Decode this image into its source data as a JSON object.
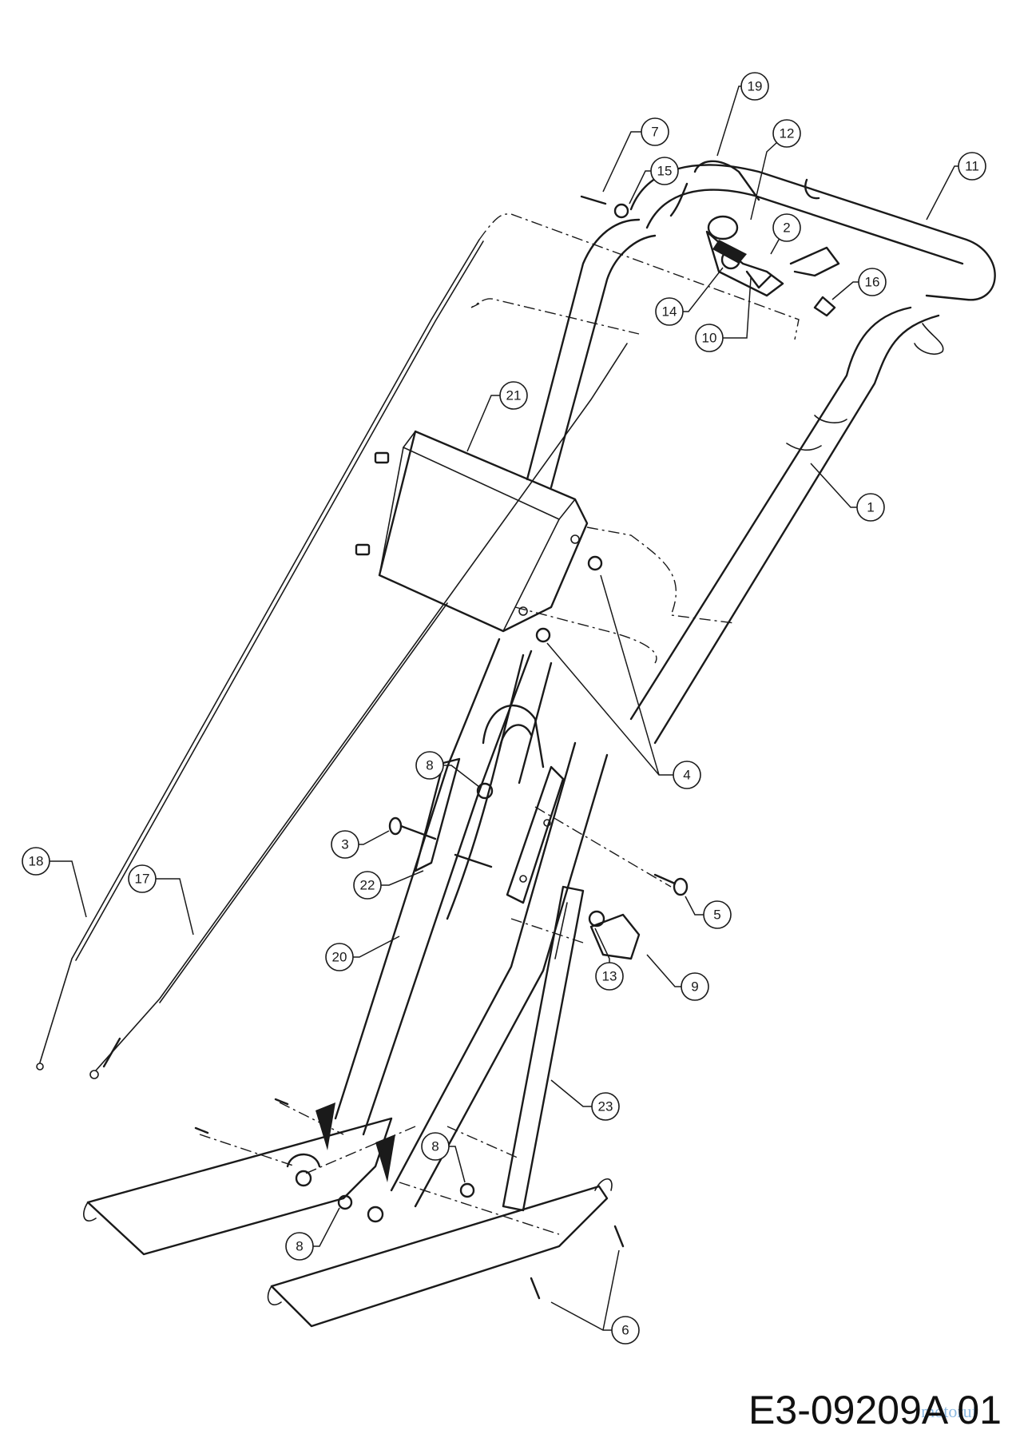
{
  "diagram_code": "E3-09209A 01",
  "watermark": "motoruf",
  "callouts": [
    {
      "label": "1"
    },
    {
      "label": "2"
    },
    {
      "label": "3"
    },
    {
      "label": "4"
    },
    {
      "label": "5"
    },
    {
      "label": "6"
    },
    {
      "label": "7"
    },
    {
      "label": "8"
    },
    {
      "label": "8"
    },
    {
      "label": "8"
    },
    {
      "label": "9"
    },
    {
      "label": "10"
    },
    {
      "label": "11"
    },
    {
      "label": "12"
    },
    {
      "label": "13"
    },
    {
      "label": "14"
    },
    {
      "label": "15"
    },
    {
      "label": "16"
    },
    {
      "label": "17"
    },
    {
      "label": "18"
    },
    {
      "label": "19"
    },
    {
      "label": "20"
    },
    {
      "label": "21"
    },
    {
      "label": "22"
    },
    {
      "label": "23"
    }
  ]
}
